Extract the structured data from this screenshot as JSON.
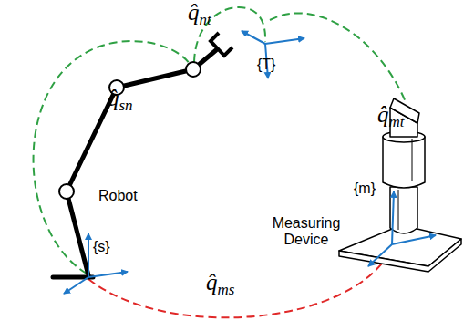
{
  "diagram": {
    "labels": [
      "q̂nt",
      "q̂sn",
      "q̂mt",
      "q̂ms",
      "{T}",
      "{s}",
      "{m}",
      "Robot",
      "Measuring Device"
    ]
  }
}
